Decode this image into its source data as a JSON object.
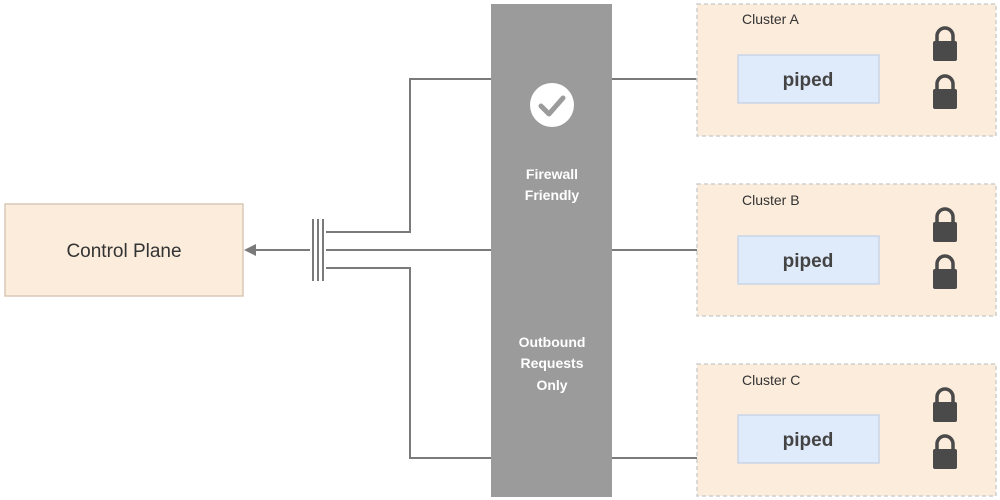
{
  "control_plane": {
    "label": "Control Plane"
  },
  "firewall": {
    "label_top_line1": "Firewall",
    "label_top_line2": "Friendly",
    "label_bottom_line1": "Outbound",
    "label_bottom_line2": "Requests",
    "label_bottom_line3": "Only",
    "icon": "check-circle-icon"
  },
  "clusters": [
    {
      "name": "Cluster A",
      "agent": "piped",
      "icon": "lock-icon"
    },
    {
      "name": "Cluster B",
      "agent": "piped",
      "icon": "lock-icon"
    },
    {
      "name": "Cluster C",
      "agent": "piped",
      "icon": "lock-icon"
    }
  ],
  "colors": {
    "box_fill": "#fcecdc",
    "box_border": "#d8c8b8",
    "piped_fill": "#dfeafa",
    "firewall": "#9b9b9b",
    "line": "#7a7a7a",
    "lock": "#4a4a4a"
  }
}
